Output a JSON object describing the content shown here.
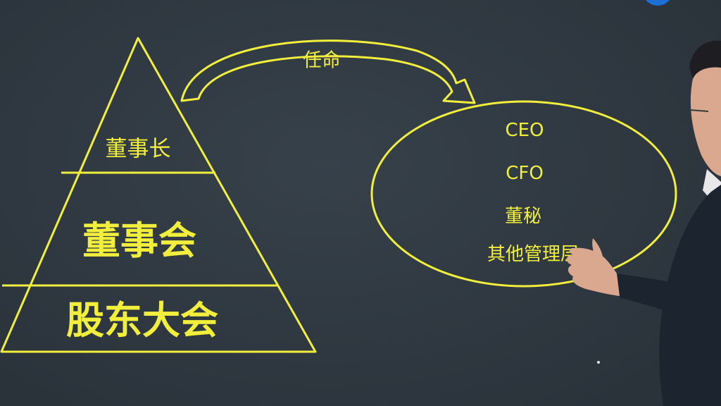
{
  "diagram": {
    "pyramid": {
      "top_label": "董事长",
      "middle_label": "董事会",
      "bottom_label": "股东大会"
    },
    "arrow_label": "任命",
    "ellipse_items": [
      "CEO",
      "CFO",
      "董秘",
      "其他管理层"
    ]
  },
  "colors": {
    "background": "#2f3840",
    "line": "#f2ef3c"
  },
  "icons": {
    "presenter": "presenter-figure",
    "badge": "corner-badge"
  }
}
